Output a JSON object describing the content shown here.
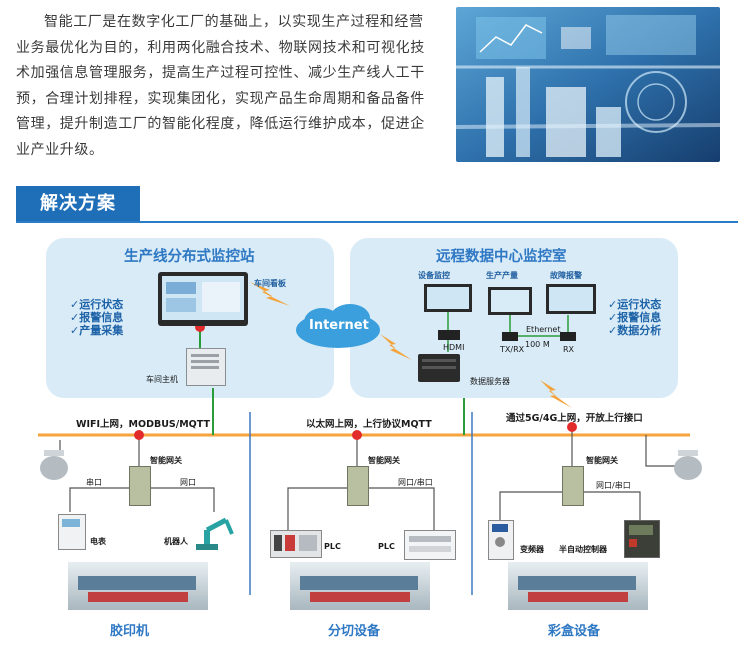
{
  "intro": {
    "text": "智能工厂是在数字化工厂的基础上，以实现生产过程和经营业务最优化为目的，利用两化融合技术、物联网技术和可视化技术加强信息管理服务，提高生产过程可控性、减少生产线人工干预，合理计划排程，实现集团化，实现产品生命周期和备品备件管理，提升制造工厂的智能化程度，降低运行维护成本，促进企业产业升级。"
  },
  "section": {
    "title": "解决方案"
  },
  "colors": {
    "accent": "#1f6fb8",
    "panel": "#d8ebf7",
    "bus": "#f5a33b",
    "link": "#2a9d3a",
    "node": "#e22b2b"
  },
  "left_panel": {
    "title": "生产线分布式监控站",
    "bullets": [
      "✓运行状态",
      "✓报警信息",
      "✓产量采集"
    ],
    "screen_label": "车间看板",
    "host_label": "车间主机"
  },
  "cloud": {
    "label": "Internet"
  },
  "right_panel": {
    "title": "远程数据中心监控室",
    "screens": [
      "设备监控",
      "生产产量",
      "故障报警"
    ],
    "bullets": [
      "✓运行状态",
      "✓报警信息",
      "✓数据分析"
    ],
    "hdmi": "HDMI",
    "txrx": "TX/RX",
    "rx": "RX",
    "ethernet": "Ethernet",
    "speed": "100 M",
    "server": "数据服务器"
  },
  "links": {
    "left": "WIFI上网，MODBUS/MQTT",
    "middle": "以太网上网，上行协议MQTT",
    "right": "通过5G/4G上网，开放上行接口"
  },
  "gateways": [
    {
      "label": "智能网关",
      "port_left": "串口",
      "port_right": "网口"
    },
    {
      "label": "智能网关",
      "port_right": "网口/串口"
    },
    {
      "label": "智能网关",
      "port_right": "网口/串口"
    }
  ],
  "devices": {
    "meter": "电表",
    "robot": "机器人",
    "plc1": "PLC",
    "plc2": "PLC",
    "inverter": "变频器",
    "semi_auto": "半自动控制器"
  },
  "machines": [
    "胶印机",
    "分切设备",
    "彩盒设备"
  ]
}
